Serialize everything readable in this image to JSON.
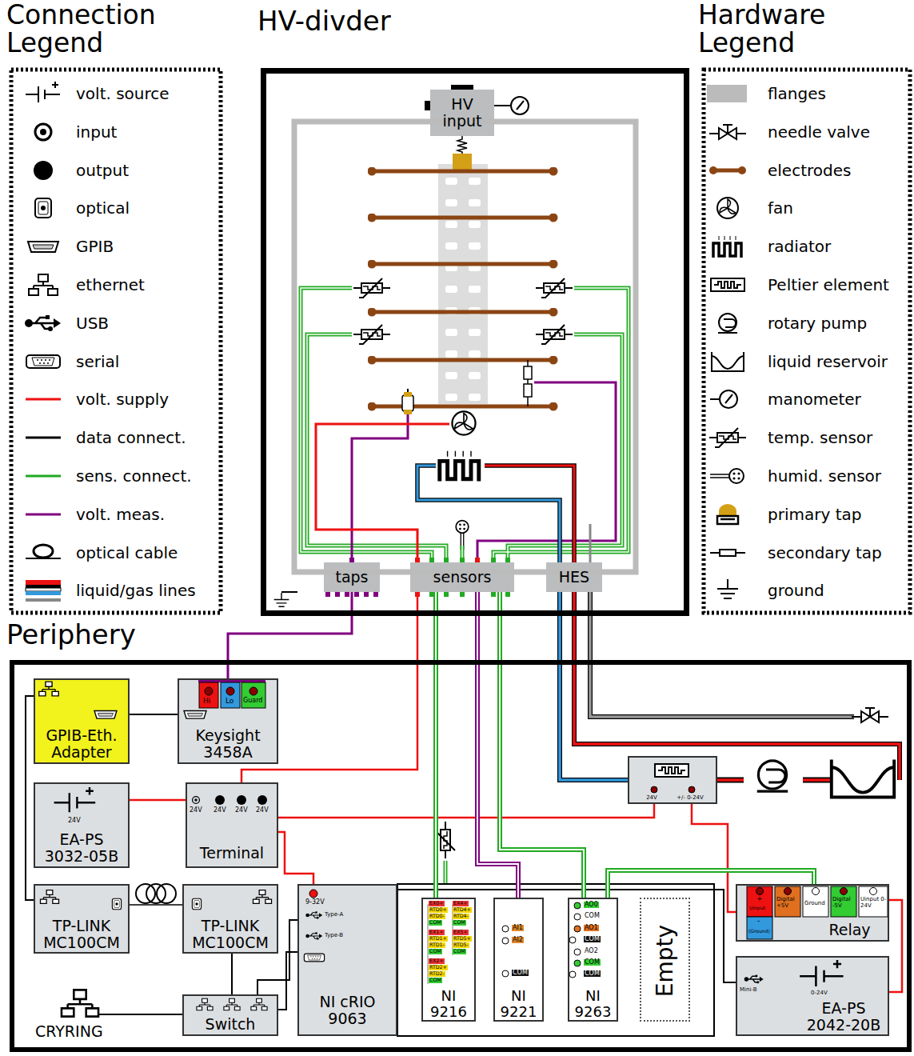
{
  "diagram": {
    "nodes": [
      {
        "text": [
          "HV-divder"
        ]
      },
      {
        "text": [
          "HV input"
        ],
        "in": 0
      },
      {
        "text": [
          "taps"
        ],
        "in": 0
      },
      {
        "text": [
          "sensors"
        ],
        "in": 0
      },
      {
        "text": [
          "HES"
        ],
        "in": 0
      },
      {
        "text": [
          "Periphery"
        ]
      },
      {
        "text": [
          "GPIB-Eth. Adapter"
        ],
        "in": 5
      },
      {
        "text": [
          "Keysight 3458A"
        ],
        "in": 5
      },
      {
        "text": [
          "EA-PS 3032-05B"
        ],
        "in": 5
      },
      {
        "text": [
          "Terminal"
        ],
        "in": 5
      },
      {
        "text": [
          "TP-LINK MC100CM"
        ],
        "in": 5
      },
      {
        "text": [
          "TP-LINK MC100CM"
        ],
        "in": 5
      },
      {
        "text": [
          "Switch"
        ],
        "in": 5
      },
      {
        "text": [
          "NI cRIO 9063"
        ],
        "in": 5
      },
      {
        "text": [
          "NI 9216"
        ],
        "in": 5
      },
      {
        "text": [
          "NI 9221"
        ],
        "in": 5
      },
      {
        "text": [
          "NI 9263"
        ],
        "in": 5
      },
      {
        "text": [
          "Empty"
        ],
        "in": 5
      },
      {
        "text": [
          "Relay"
        ],
        "in": 5
      },
      {
        "text": [
          "EA-PS 2042-20B"
        ],
        "in": 5
      },
      {
        "text": [
          "24V",
          "+/- 0-24V"
        ],
        "in": 5
      }
    ],
    "edges": [
      {
        "from": 6,
        "to": 7,
        "arrow": "none"
      },
      {
        "from": 7,
        "to": 2,
        "arrow": "none"
      },
      {
        "from": 6,
        "to": 10,
        "arrow": "none"
      },
      {
        "from": 10,
        "to": 11,
        "arrow": "none"
      },
      {
        "from": 11,
        "to": 12,
        "arrow": "none"
      },
      {
        "from": 12,
        "to": 13,
        "arrow": "none"
      },
      {
        "from": 12,
        "to": 13,
        "arrow": "none"
      },
      {
        "from": 8,
        "to": 9,
        "arrow": "none"
      },
      {
        "from": 9,
        "to": 13,
        "arrow": "none"
      },
      {
        "from": 9,
        "to": 3,
        "arrow": "none"
      },
      {
        "from": 9,
        "to": 20,
        "arrow": "none"
      },
      {
        "from": 18,
        "to": 20,
        "arrow": "none"
      },
      {
        "from": 19,
        "to": 18,
        "arrow": "none"
      },
      {
        "from": 13,
        "to": 19,
        "arrow": "none"
      },
      {
        "from": 14,
        "to": 3,
        "arrow": "none"
      },
      {
        "from": 15,
        "to": 3,
        "arrow": "none"
      },
      {
        "from": 16,
        "to": 3,
        "arrow": "none"
      },
      {
        "from": 16,
        "to": 18,
        "arrow": "none"
      },
      {
        "from": 4,
        "to": 20,
        "arrow": "none"
      }
    ],
    "labels": [
      "Connection Legend",
      "Hardware Legend",
      "Hi",
      "Lo",
      "Guard",
      "24V",
      "24V",
      "24V",
      "24V",
      "24V",
      "9-32V",
      "Type-A",
      "Type-B",
      "EX0+",
      "RTD0+",
      "RTD0-",
      "COM",
      "EX4+",
      "RTD4+",
      "RTD4-",
      "COM",
      "EX1+",
      "RTD1+",
      "RTD1-",
      "COM",
      "EX5+",
      "RTD5+",
      "RTD5-",
      "COM",
      "EX2+",
      "RTD2+",
      "RTD2-",
      "COM",
      "AI1",
      "AI2",
      "COM",
      "AO0",
      "COM",
      "AO1",
      "COM",
      "AO2",
      "COM",
      "COM",
      "+",
      "Uinput",
      "Digital +5V",
      "Ground",
      "Digital -5V",
      "Uinput 0-24V",
      "-",
      "(Ground)",
      "Mini-B",
      "0-24V",
      "CRYRING"
    ],
    "legend": [
      {
        "text": "volt. source"
      },
      {
        "text": "input"
      },
      {
        "text": "output"
      },
      {
        "text": "optical"
      },
      {
        "text": "GPIB"
      },
      {
        "text": "ethernet"
      },
      {
        "text": "USB"
      },
      {
        "text": "serial"
      },
      {
        "text": "volt. supply"
      },
      {
        "text": "data connect."
      },
      {
        "text": "sens. connect."
      },
      {
        "text": "volt. meas."
      },
      {
        "text": "optical cable"
      },
      {
        "text": "liquid/gas lines"
      },
      {
        "text": "flanges",
        "color": "#bbbbbb"
      },
      {
        "text": "needle valve"
      },
      {
        "text": "electrodes"
      },
      {
        "text": "fan"
      },
      {
        "text": "radiator"
      },
      {
        "text": "Peltier element"
      },
      {
        "text": "rotary pump"
      },
      {
        "text": "liquid reservoir"
      },
      {
        "text": "manometer"
      },
      {
        "text": "temp. sensor"
      },
      {
        "text": "humid. sensor"
      },
      {
        "text": "primary tap"
      },
      {
        "text": "secondary tap"
      },
      {
        "text": "ground"
      }
    ]
  }
}
